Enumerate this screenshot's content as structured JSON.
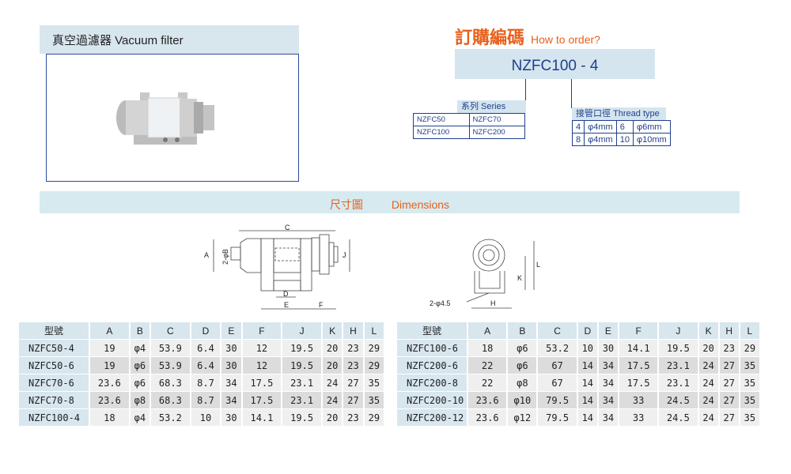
{
  "product": {
    "title": "真空過濾器 Vacuum filter"
  },
  "order": {
    "title_cn": "訂購編碼",
    "title_en": "How to order?",
    "code": "NZFC100 - 4",
    "series_label": "系列 Series",
    "series": [
      [
        "NZFC50",
        "NZFC70"
      ],
      [
        "NZFC100",
        "NZFC200"
      ]
    ],
    "thread_label": "接管口徑 Thread type",
    "threads": [
      [
        "4",
        "φ4mm",
        "6",
        "φ6mm"
      ],
      [
        "8",
        "φ4mm",
        "10",
        "φ10mm"
      ]
    ]
  },
  "dimensions": {
    "title_cn": "尺寸圖",
    "title_en": "Dimensions",
    "drawing_labels": {
      "A": "A",
      "B": "2-φB",
      "C": "C",
      "D": "D",
      "E": "E",
      "F": "F",
      "J": "J",
      "K": "K",
      "L": "L",
      "H": "H",
      "hole": "2-φ4.5"
    }
  },
  "table_headers": [
    "型號",
    "A",
    "B",
    "C",
    "D",
    "E",
    "F",
    "J",
    "K",
    "H",
    "L"
  ],
  "table_left": [
    [
      "NZFC50-4",
      "19",
      "φ4",
      "53.9",
      "6.4",
      "30",
      "12",
      "19.5",
      "20",
      "23",
      "29"
    ],
    [
      "NZFC50-6",
      "19",
      "φ6",
      "53.9",
      "6.4",
      "30",
      "12",
      "19.5",
      "20",
      "23",
      "29"
    ],
    [
      "NZFC70-6",
      "23.6",
      "φ6",
      "68.3",
      "8.7",
      "34",
      "17.5",
      "23.1",
      "24",
      "27",
      "35"
    ],
    [
      "NZFC70-8",
      "23.6",
      "φ8",
      "68.3",
      "8.7",
      "34",
      "17.5",
      "23.1",
      "24",
      "27",
      "35"
    ],
    [
      "NZFC100-4",
      "18",
      "φ4",
      "53.2",
      "10",
      "30",
      "14.1",
      "19.5",
      "20",
      "23",
      "29"
    ]
  ],
  "table_right": [
    [
      "NZFC100-6",
      "18",
      "φ6",
      "53.2",
      "10",
      "30",
      "14.1",
      "19.5",
      "20",
      "23",
      "29"
    ],
    [
      "NZFC200-6",
      "22",
      "φ6",
      "67",
      "14",
      "34",
      "17.5",
      "23.1",
      "24",
      "27",
      "35"
    ],
    [
      "NZFC200-8",
      "22",
      "φ8",
      "67",
      "14",
      "34",
      "17.5",
      "23.1",
      "24",
      "27",
      "35"
    ],
    [
      "NZFC200-10",
      "23.6",
      "φ10",
      "79.5",
      "14",
      "34",
      "33",
      "24.5",
      "24",
      "27",
      "35"
    ],
    [
      "NZFC200-12",
      "23.6",
      "φ12",
      "79.5",
      "14",
      "34",
      "33",
      "24.5",
      "24",
      "27",
      "35"
    ]
  ]
}
